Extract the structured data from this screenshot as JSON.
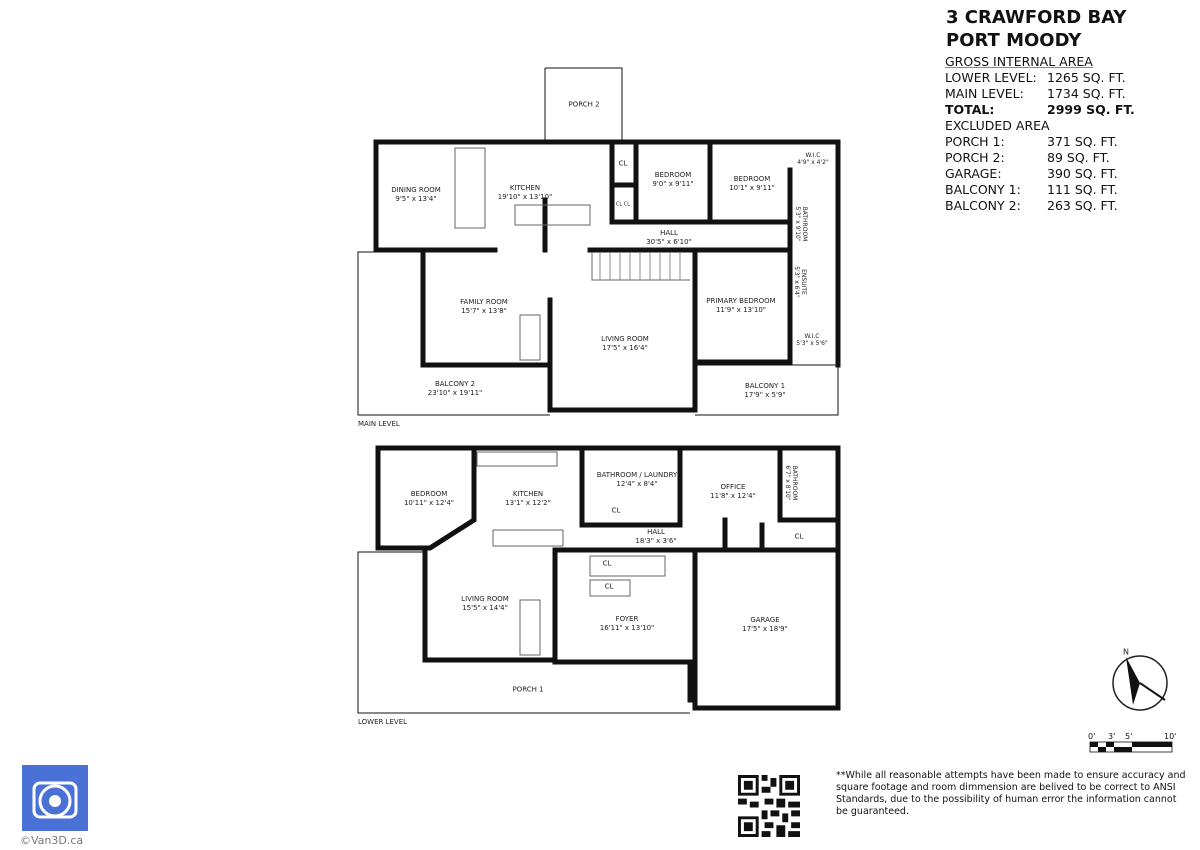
{
  "header": {
    "title_line1": "3 CRAWFORD BAY",
    "title_line2": "PORT MOODY"
  },
  "areas": {
    "gross_label": "GROSS INTERNAL AREA",
    "gross": [
      {
        "label": "LOWER LEVEL:",
        "value": "1265 SQ. FT."
      },
      {
        "label": "MAIN LEVEL:",
        "value": "1734 SQ. FT."
      }
    ],
    "total": {
      "label": "TOTAL:",
      "value": "2999 SQ. FT."
    },
    "excluded_label": "EXCLUDED AREA",
    "excluded": [
      {
        "label": "PORCH 1:",
        "value": "371 SQ. FT."
      },
      {
        "label": "PORCH 2:",
        "value": "89 SQ. FT."
      },
      {
        "label": "GARAGE:",
        "value": "390 SQ. FT."
      },
      {
        "label": "BALCONY 1:",
        "value": "111 SQ. FT."
      },
      {
        "label": "BALCONY 2:",
        "value": "263 SQ. FT."
      }
    ]
  },
  "main_level": {
    "label": "MAIN LEVEL",
    "rooms": [
      {
        "name": "PORCH 2",
        "dims": ""
      },
      {
        "name": "DINING ROOM",
        "dims": "9'5\" x 13'4\""
      },
      {
        "name": "KITCHEN",
        "dims": "19'10\" x 13'10\""
      },
      {
        "name": "CL",
        "dims": ""
      },
      {
        "name": "CL CL",
        "dims": ""
      },
      {
        "name": "BEDROOM",
        "dims": "9'0\" x 9'11\""
      },
      {
        "name": "BEDROOM",
        "dims": "10'1\" x 9'11\""
      },
      {
        "name": "W.I.C",
        "dims": "4'9\" x 4'2\""
      },
      {
        "name": "BATHROOM",
        "dims": "5'3\" x 9'10\""
      },
      {
        "name": "HALL",
        "dims": "30'5\" x 6'10\""
      },
      {
        "name": "ENSUITE",
        "dims": "5'3\" x 6'4\""
      },
      {
        "name": "FAMILY ROOM",
        "dims": "15'7\" x 13'8\""
      },
      {
        "name": "LIVING ROOM",
        "dims": "17'5\" x 16'4\""
      },
      {
        "name": "PRIMARY BEDROOM",
        "dims": "11'9\" x 13'10\""
      },
      {
        "name": "W.I.C",
        "dims": "5'3\" x 5'6\""
      },
      {
        "name": "BALCONY 2",
        "dims": "23'10\" x 19'11\""
      },
      {
        "name": "BALCONY 1",
        "dims": "17'9\" x 5'9\""
      }
    ]
  },
  "lower_level": {
    "label": "LOWER LEVEL",
    "rooms": [
      {
        "name": "BEDROOM",
        "dims": "10'11\" x 12'4\""
      },
      {
        "name": "KITCHEN",
        "dims": "13'1\" x 12'2\""
      },
      {
        "name": "BATHROOM / LAUNDRY",
        "dims": "12'4\" x 8'4\""
      },
      {
        "name": "CL",
        "dims": ""
      },
      {
        "name": "OFFICE",
        "dims": "11'8\" x 12'4\""
      },
      {
        "name": "BATHROOM",
        "dims": "6'7\" x 8'10\""
      },
      {
        "name": "HALL",
        "dims": "18'3\" x 3'6\""
      },
      {
        "name": "CL",
        "dims": ""
      },
      {
        "name": "CL",
        "dims": ""
      },
      {
        "name": "CL",
        "dims": ""
      },
      {
        "name": "LIVING ROOM",
        "dims": "15'5\" x 14'4\""
      },
      {
        "name": "FOYER",
        "dims": "16'11\" x 13'10\""
      },
      {
        "name": "GARAGE",
        "dims": "17'5\" x 18'9\""
      },
      {
        "name": "PORCH 1",
        "dims": ""
      }
    ]
  },
  "compass": {
    "label": "N"
  },
  "scale": {
    "ticks": [
      "0'",
      "3'",
      "5'",
      "10'"
    ]
  },
  "disclaimer": "**While all reasonable attempts have been made to ensure accuracy and square footage and room dimmension are belived to be correct to ANSI Standards, due to the possibility of human error the information cannot be guaranteed.",
  "logo": {
    "text": "©Van3D.ca",
    "color": "#4a72d6"
  },
  "qr_code": "qr-code"
}
